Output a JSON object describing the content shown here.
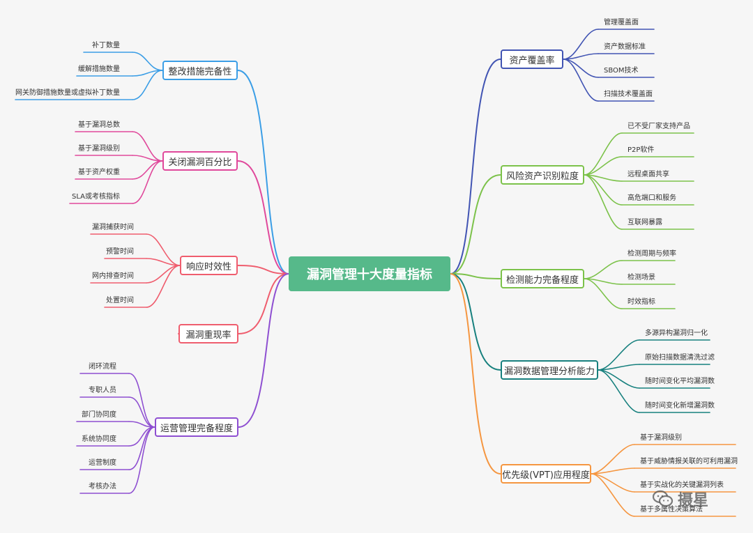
{
  "colors": {
    "center": "#56b98a",
    "zhenggai": "#3b9ee6",
    "guanbi": "#e0489b",
    "xiangying": "#ef5d6e",
    "chongxian": "#ef5d6e",
    "yunying": "#8e4fd1",
    "zichan": "#4154b3",
    "fengxian": "#7cc24a",
    "jiance": "#7cc24a",
    "shuju": "#17807e",
    "youxian": "#f59640"
  },
  "center": {
    "label": "漏洞管理十大度量指标"
  },
  "branches": {
    "zhenggai": {
      "label": "整改措施完备性",
      "leaves": [
        "补丁数量",
        "缓解措施数量",
        "网关防御措施数量或虚拟补丁数量"
      ]
    },
    "guanbi": {
      "label": "关闭漏洞百分比",
      "leaves": [
        "基于漏洞总数",
        "基于漏洞级别",
        "基于资产权重",
        "SLA或考核指标"
      ]
    },
    "xiangying": {
      "label": "响应时效性",
      "leaves": [
        "漏洞捕获时间",
        "预警时间",
        "网内排查时间",
        "处置时间"
      ]
    },
    "chongxian": {
      "label": "漏洞重现率",
      "leaves": []
    },
    "yunying": {
      "label": "运营管理完备程度",
      "leaves": [
        "闭环流程",
        "专职人员",
        "部门协同度",
        "系统协同度",
        "运营制度",
        "考核办法"
      ]
    },
    "zichan": {
      "label": "资产覆盖率",
      "leaves": [
        "管理覆盖面",
        "资产数据标准",
        "SBOM技术",
        "扫描技术覆盖面"
      ]
    },
    "fengxian": {
      "label": "风险资产识别粒度",
      "leaves": [
        "已不受厂家支持产品",
        "P2P软件",
        "远程桌面共享",
        "高危端口和服务",
        "互联网暴露"
      ]
    },
    "jiance": {
      "label": "检测能力完备程度",
      "leaves": [
        "检测周期与频率",
        "检测场景",
        "时效指标"
      ]
    },
    "shuju": {
      "label": "漏洞数据管理分析能力",
      "leaves": [
        "多源异构漏洞归一化",
        "原始扫描数据清洗过滤",
        "随时间变化平均漏洞数",
        "随时间变化新增漏洞数"
      ]
    },
    "youxian": {
      "label": "优先级(VPT)应用程度",
      "leaves": [
        "基于漏洞级别",
        "基于威胁情报关联的可利用漏洞",
        "基于实战化的关键漏洞列表",
        "基于多属性决策算法"
      ]
    }
  },
  "watermark": {
    "icon": "wechat-icon",
    "text": "摄星"
  }
}
